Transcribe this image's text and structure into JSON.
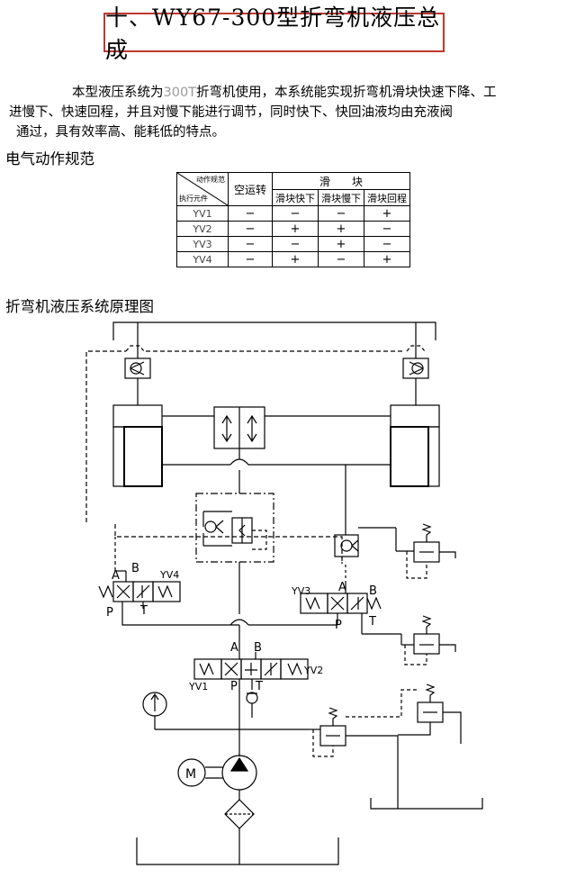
{
  "title": "十、WY67-300型折弯机液压总成",
  "paragraph": {
    "l1_a": "本型液压系统为",
    "l1_b": "300T",
    "l1_c": "折弯机使用，本系统能实现折弯机滑块快速下降、工",
    "l2": "进慢下、快速回程，并且对慢下能进行调节，同时快下、快回油液均由充液阀",
    "l3": "通过，具有效率高、能耗低的特点。"
  },
  "section1": "电气动作规范",
  "table": {
    "corner_top": "动作规范",
    "corner_bottom": "执行元件",
    "idle": "空运转",
    "slider": "滑　　块",
    "sub": [
      "滑块快下",
      "滑块慢下",
      "滑块回程"
    ],
    "rows": [
      {
        "name": "YV1",
        "vals": [
          "−",
          "−",
          "−",
          "+"
        ]
      },
      {
        "name": "YV2",
        "vals": [
          "−",
          "+",
          "+",
          "−"
        ]
      },
      {
        "name": "YV3",
        "vals": [
          "−",
          "−",
          "+",
          "−"
        ]
      },
      {
        "name": "YV4",
        "vals": [
          "−",
          "+",
          "−",
          "+"
        ]
      }
    ]
  },
  "section2": "折弯机液压系统原理图",
  "labels": {
    "A1": "A",
    "B1": "B",
    "P1": "P",
    "T1": "T",
    "YV4": "YV4",
    "YV3": "YV3",
    "A2": "A",
    "B2": "B",
    "P2": "P",
    "T2": "T",
    "A3": "A",
    "B3": "B",
    "P3": "P",
    "T3": "T",
    "YV1": "YV1",
    "YV2": "YV2",
    "M": "M"
  }
}
